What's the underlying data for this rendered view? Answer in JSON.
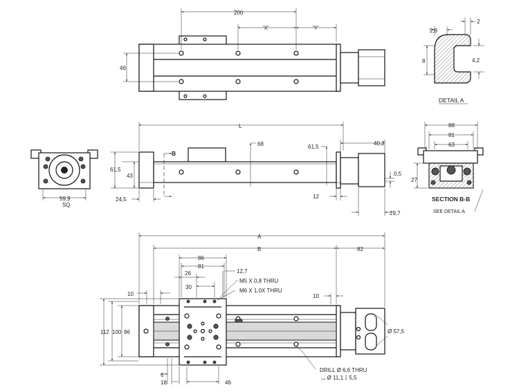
{
  "top_view": {
    "dim_200": "200",
    "dim_x": "'X'",
    "dim_y": "'Y'",
    "dim_46": "46"
  },
  "detail_a": {
    "dim_2_8": "2,8",
    "dim_2": "2",
    "dim_8": "8",
    "dim_4_2": "4,2",
    "title": "DETAIL  A"
  },
  "side_view": {
    "dim_l": "L",
    "dim_68": "68",
    "dim_61_5_top": "61,5",
    "dim_40_2": "40,2",
    "dim_61_5_left": "61,5",
    "dim_43": "43",
    "dim_0_5": "0,5",
    "dim_12": "12",
    "dim_24_5": "24,5",
    "dim_29_7": "29,7",
    "section_mark": "B"
  },
  "end_view": {
    "dim_59_9": "59,9",
    "dim_sq": "SQ"
  },
  "section_bb": {
    "dim_88": "88",
    "dim_81": "81",
    "dim_63": "63",
    "dim_27": "27",
    "title": "SECTION  B-B",
    "see_detail": "SEE DETAIL  A"
  },
  "bottom_view": {
    "dim_a": "A",
    "dim_b": "B",
    "dim_82": "82",
    "dim_86": "86",
    "dim_81": "81",
    "dim_26": "26",
    "dim_12_7": "12,7",
    "dim_10_left": "10",
    "dim_30": "30",
    "note_m5": "M5 X 0,8 THRU",
    "note_m6": "M6 X 1,0X THRU",
    "dim_10_right": "10",
    "dim_112": "112",
    "dim_100": "100",
    "dim_86_v": "86",
    "dim_57_5": "Ø 57,5",
    "dim_6": "6",
    "dim_18": "18",
    "dim_46": "46",
    "note_drill": "DRILL Ø  6,6 THRU",
    "note_cbore": "⌴ Ø 11,1  ↧ 5,5"
  }
}
